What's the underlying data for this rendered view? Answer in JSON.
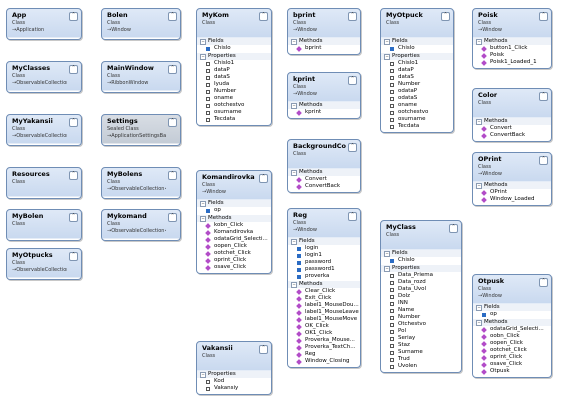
{
  "diagram": {
    "classes": [
      {
        "name": "App",
        "kind": "Class",
        "base": "Application"
      },
      {
        "name": "Bolen",
        "kind": "Class",
        "base": "Window"
      },
      {
        "name": "MyClasses",
        "kind": "Class",
        "base": "ObservableCollection<M..."
      },
      {
        "name": "MainWindow",
        "kind": "Class",
        "base": "RibbonWindow"
      },
      {
        "name": "MyYakansii",
        "kind": "Class",
        "base": "ObservableCollection<V..."
      },
      {
        "name": "Settings",
        "kind": "Sealed Class",
        "base": "ApplicationSettingsBase"
      },
      {
        "name": "Resources",
        "kind": "Class"
      },
      {
        "name": "MyBolens",
        "kind": "Class",
        "base": "ObservableCollection<M..."
      },
      {
        "name": "MyBolen",
        "kind": "Class"
      },
      {
        "name": "Mykomand",
        "kind": "Class",
        "base": "ObservableCollection<M..."
      },
      {
        "name": "MyOtpucks",
        "kind": "Class",
        "base": "ObservableCollection<M..."
      },
      {
        "name": "MyKom",
        "kind": "Class",
        "fields": [
          "Chislo"
        ],
        "properties": [
          "Chislo1",
          "dataP",
          "dataS",
          "Iyuda",
          "Number",
          "oname",
          "ootchestvo",
          "osurname",
          "Tecdata"
        ]
      },
      {
        "name": "bprint",
        "kind": "Class",
        "base": "Window",
        "methods": [
          "bprint"
        ]
      },
      {
        "name": "kprint",
        "kind": "Class",
        "base": "Window",
        "methods": [
          "kprint"
        ]
      },
      {
        "name": "BackgroundColo...",
        "kind": "Class",
        "methods": [
          "Convert",
          "ConvertBack"
        ]
      },
      {
        "name": "MyOtpuck",
        "kind": "Class",
        "fields": [
          "Chislo"
        ],
        "properties": [
          "Chislo1",
          "dataP",
          "dataS",
          "Number",
          "odataP",
          "odataS",
          "oname",
          "ootchestvo",
          "osurname",
          "Tecdata"
        ]
      },
      {
        "name": "Poisk",
        "kind": "Class",
        "base": "Window",
        "methods": [
          "button1_Click",
          "Poisk",
          "Poisk1_Loaded_1"
        ]
      },
      {
        "name": "Color",
        "kind": "Class",
        "methods": [
          "Convert",
          "ConvertBack"
        ]
      },
      {
        "name": "OPrint",
        "kind": "Class",
        "base": "Window",
        "methods": [
          "OPrint",
          "Window_Loaded"
        ]
      },
      {
        "name": "Komandirovka",
        "kind": "Class",
        "base": "Window",
        "fields": [
          "op"
        ],
        "methods": [
          "kobn_Click",
          "Komandirovka",
          "odataGrid_Selecti...",
          "oopen_Click",
          "ootchet_Click",
          "oprint_Click",
          "osave_Click"
        ]
      },
      {
        "name": "Reg",
        "kind": "Class",
        "base": "Window",
        "fields": [
          "login",
          "login1",
          "password",
          "password1",
          "proverka"
        ],
        "methods": [
          "Clear_Click",
          "Exit_Click",
          "label1_MouseDou...",
          "label1_MouseLeave",
          "label1_MouseMove",
          "OK_Click",
          "OK1_Click",
          "Proverka_Mouse...",
          "Proverka_TextCh...",
          "Reg",
          "Window_Closing"
        ]
      },
      {
        "name": "MyClass",
        "kind": "Class",
        "fields": [
          "Chislo"
        ],
        "properties": [
          "Data_Priema",
          "Data_rozd",
          "Data_Uvol",
          "Dolz",
          "INN",
          "Name",
          "Number",
          "Otchestvo",
          "Pol",
          "Seriay",
          "Staz",
          "Surname",
          "Trud",
          "Uvolen"
        ]
      },
      {
        "name": "Otpusk",
        "kind": "Class",
        "base": "Window",
        "fields": [
          "op"
        ],
        "methods": [
          "odataGrid_Selecti...",
          "oobn_Click",
          "oopen_Click",
          "ootchet_Click",
          "oprint_Click",
          "osave_Click",
          "Otpusk"
        ]
      },
      {
        "name": "Vakansii",
        "kind": "Class",
        "properties": [
          "Kod",
          "Vakansiy"
        ]
      }
    ],
    "section_titles": {
      "fields": "Fields",
      "properties": "Properties",
      "methods": "Methods"
    }
  }
}
